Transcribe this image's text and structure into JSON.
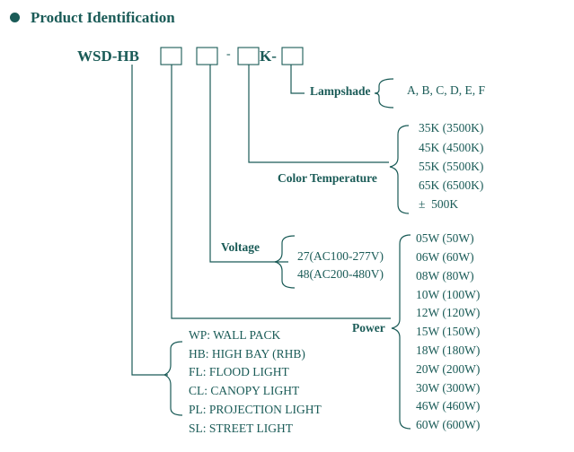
{
  "title": "Product Identification",
  "code": {
    "prefix": "WSD-HB",
    "dash1": "-",
    "k": "K-"
  },
  "lampshade": {
    "label": "Lampshade",
    "options": "A, B, C, D, E, F"
  },
  "color_temperature": {
    "label": "Color Temperature",
    "options": [
      "35K (3500K)",
      "45K (4500K)",
      "55K (5500K)",
      "65K (6500K)",
      "±  500K"
    ]
  },
  "voltage": {
    "label": "Voltage",
    "options": [
      "27(AC100-277V)",
      "48(AC200-480V)"
    ]
  },
  "power": {
    "label": "Power",
    "options": [
      "05W (50W)",
      "06W (60W)",
      "08W (80W)",
      "10W (100W)",
      "12W (120W)",
      "15W (150W)",
      "18W (180W)",
      "20W (200W)",
      "30W (300W)",
      "46W (460W)",
      "60W (600W)"
    ]
  },
  "product_type": {
    "options": [
      "WP: WALL PACK",
      "HB: HIGH BAY (RHB)",
      "FL: FLOOD LIGHT",
      "CL: CANOPY LIGHT",
      "PL: PROJECTION LIGHT",
      "SL: STREET LIGHT"
    ]
  },
  "colors": {
    "primary": "#1a5b57"
  }
}
